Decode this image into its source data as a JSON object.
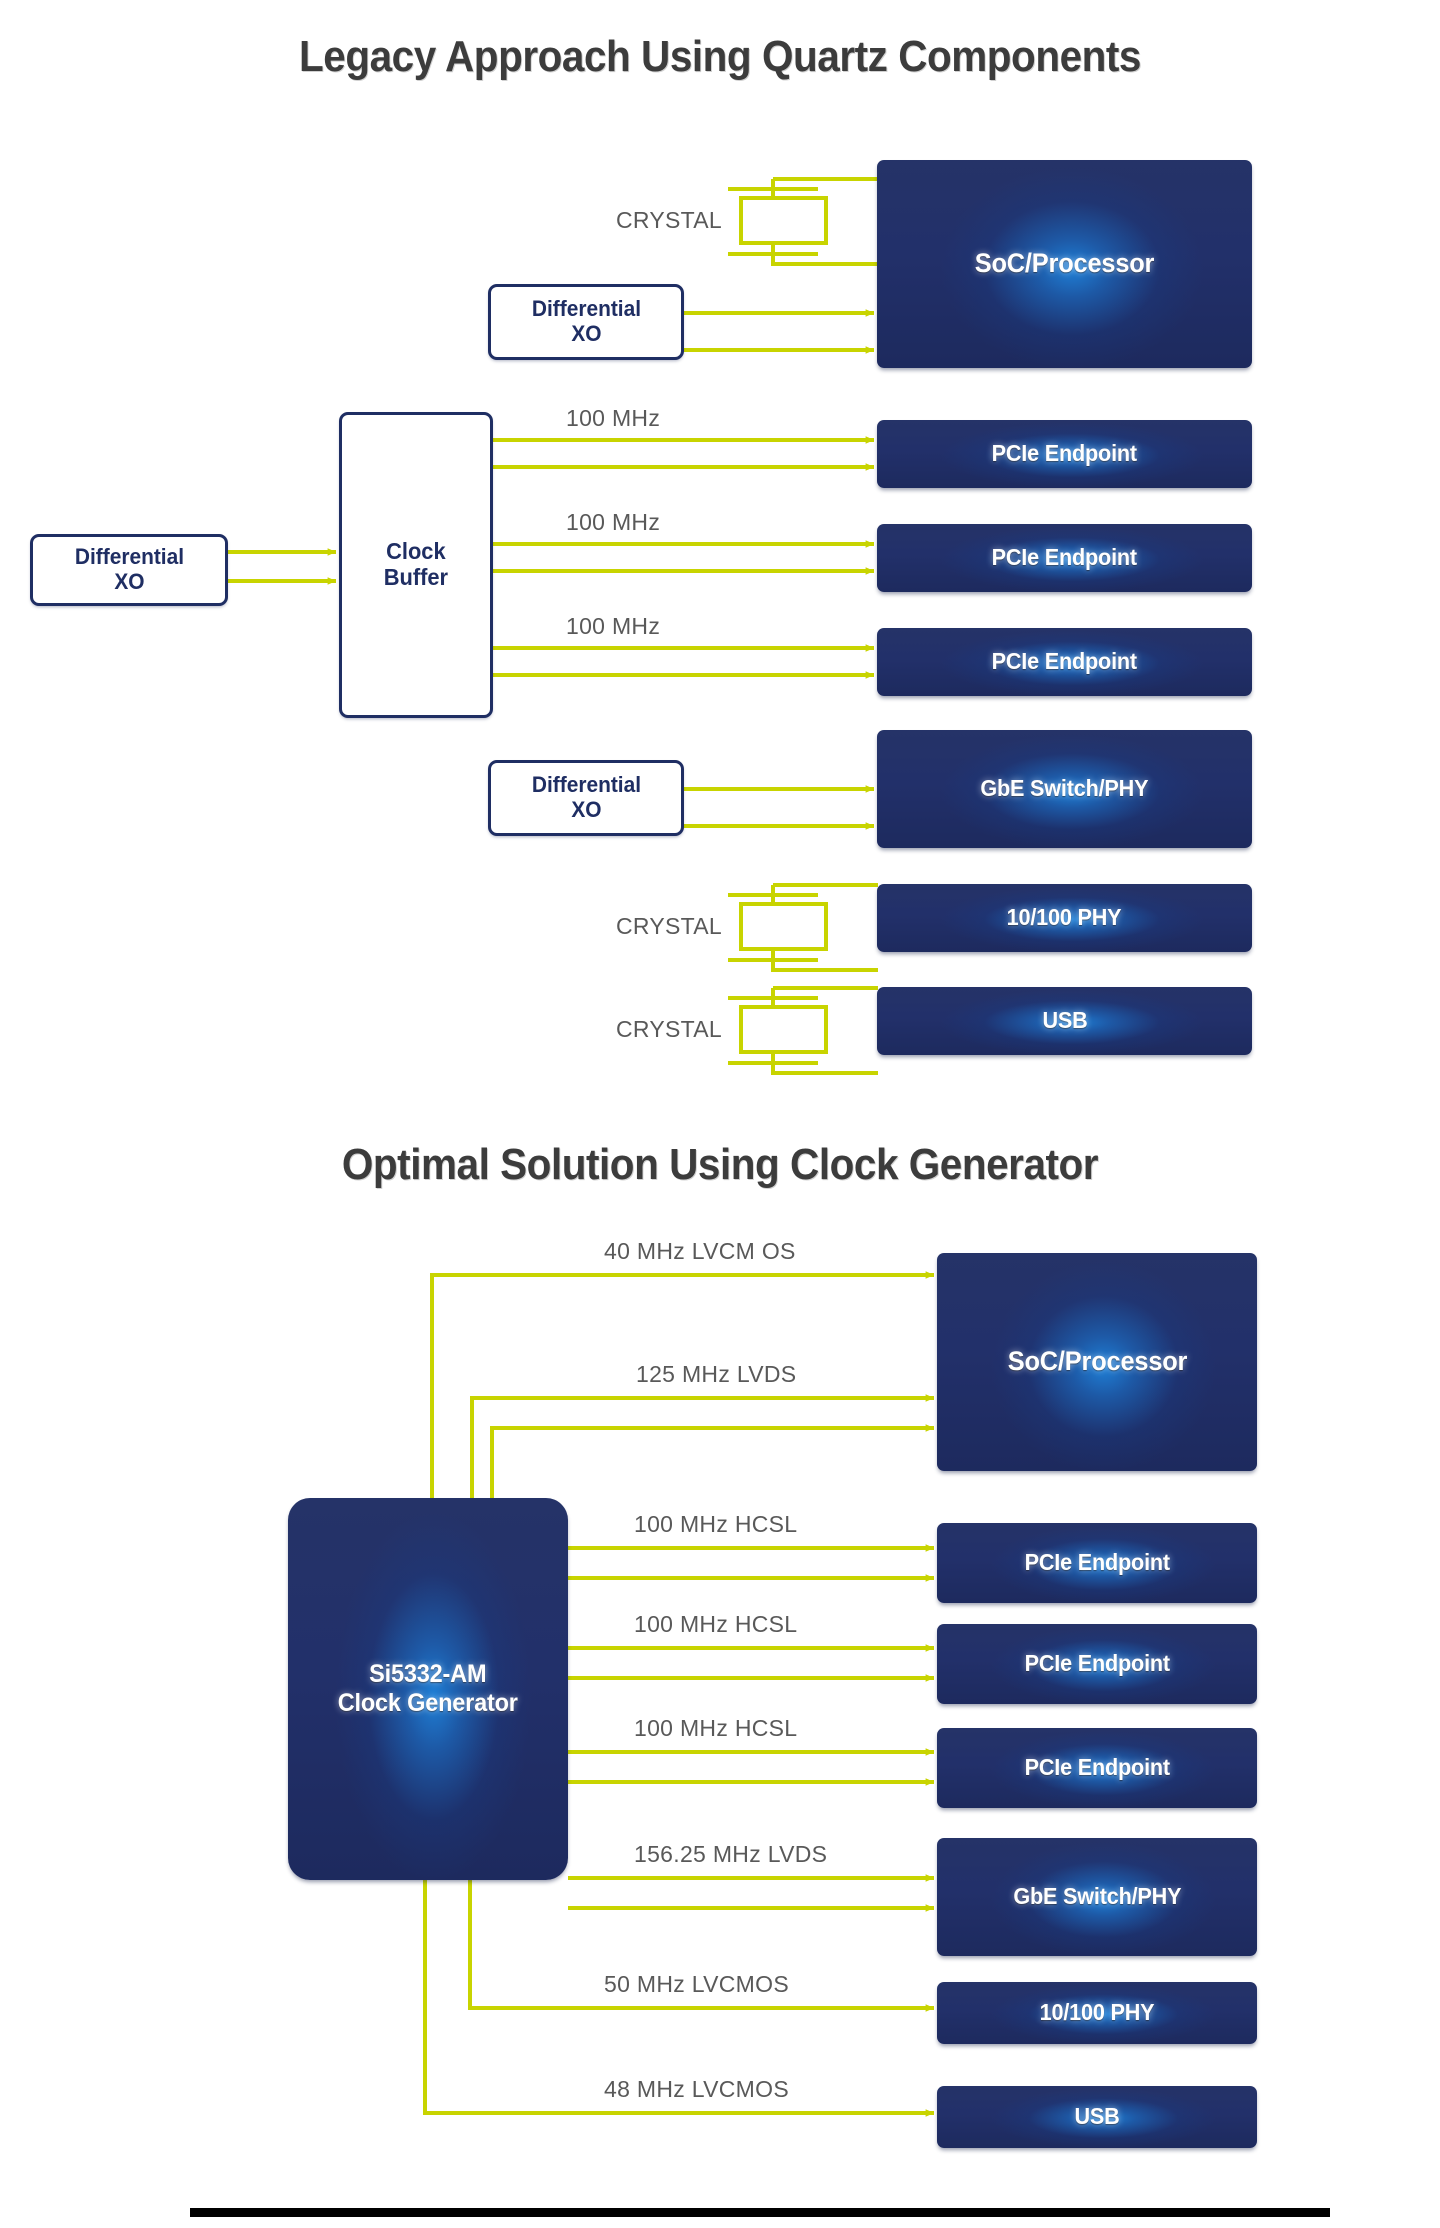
{
  "page": {
    "background": "#ffffff",
    "wire_color": "#c8d400",
    "navy": "#1f2e63",
    "chip_glow": "#1e7fd6",
    "label_gray": "#595959",
    "title_gray": "#3c3c3c",
    "bottom_rule_color": "#000000"
  },
  "sections": {
    "legacy": {
      "title": "Legacy Approach Using Quartz Components",
      "components": {
        "crystal_soc": "CRYSTAL",
        "crystal_phy": "CRYSTAL",
        "crystal_usb": "CRYSTAL",
        "xo_soc": "Differential\nXO",
        "xo_buffer": "Differential\nXO",
        "xo_gbe": "Differential\nXO",
        "clock_buffer": "Clock\nBuffer"
      },
      "endpoints": {
        "soc": "SoC/Processor",
        "pcie1": "PCIe Endpoint",
        "pcie2": "PCIe Endpoint",
        "pcie3": "PCIe Endpoint",
        "gbe": "GbE Switch/PHY",
        "phy": "10/100 PHY",
        "usb": "USB"
      },
      "wire_labels": {
        "pcie1": "100 MHz",
        "pcie2": "100 MHz",
        "pcie3": "100 MHz"
      }
    },
    "optimal": {
      "title": "Optimal Solution Using Clock Generator",
      "generator": "Si5332-AM\nClock Generator",
      "endpoints": {
        "soc": "SoC/Processor",
        "pcie1": "PCIe Endpoint",
        "pcie2": "PCIe Endpoint",
        "pcie3": "PCIe Endpoint",
        "gbe": "GbE Switch/PHY",
        "phy": "10/100 PHY",
        "usb": "USB"
      },
      "wire_labels": {
        "soc_a": "40 MHz LVCM OS",
        "soc_b": "125 MHz LVDS",
        "pcie1": "100 MHz HCSL",
        "pcie2": "100 MHz HCSL",
        "pcie3": "100 MHz HCSL",
        "gbe": "156.25 MHz LVDS",
        "phy": "50 MHz LVCMOS",
        "usb": "48 MHz LVCMOS"
      }
    }
  }
}
